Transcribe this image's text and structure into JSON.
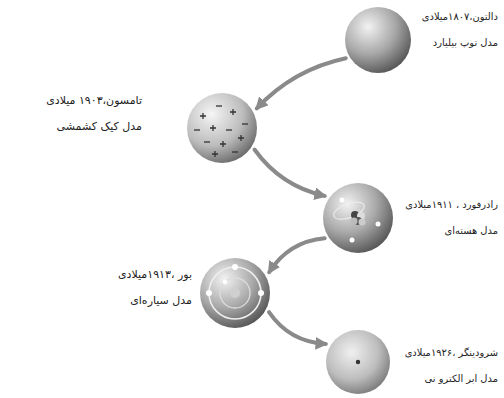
{
  "diagram": {
    "nodes": [
      {
        "text": [
          "دالتون،۱۸۰۷میلادی",
          "مدل توپ بیلیارد"
        ]
      },
      {
        "text": [
          "تامسون،۱۹۰۳ میلادی",
          "مدل کیک کشمشی"
        ]
      },
      {
        "text": [
          "رادرفورد ، ۱۹۱۱میلادی",
          "مدل هسته‌ای"
        ]
      },
      {
        "text": [
          "بور ،۱۹۱۳میلادی",
          "مدل سیاره‌ای"
        ]
      },
      {
        "text": [
          "شرودینگر ،۱۹۲۶میلادی",
          "مدل ابر الکترو نی"
        ]
      }
    ],
    "edges": [
      {
        "from": 0,
        "to": 1,
        "arrow": "to"
      },
      {
        "from": 1,
        "to": 2,
        "arrow": "to"
      },
      {
        "from": 2,
        "to": 3,
        "arrow": "to"
      },
      {
        "from": 3,
        "to": 4,
        "arrow": "to"
      }
    ]
  }
}
